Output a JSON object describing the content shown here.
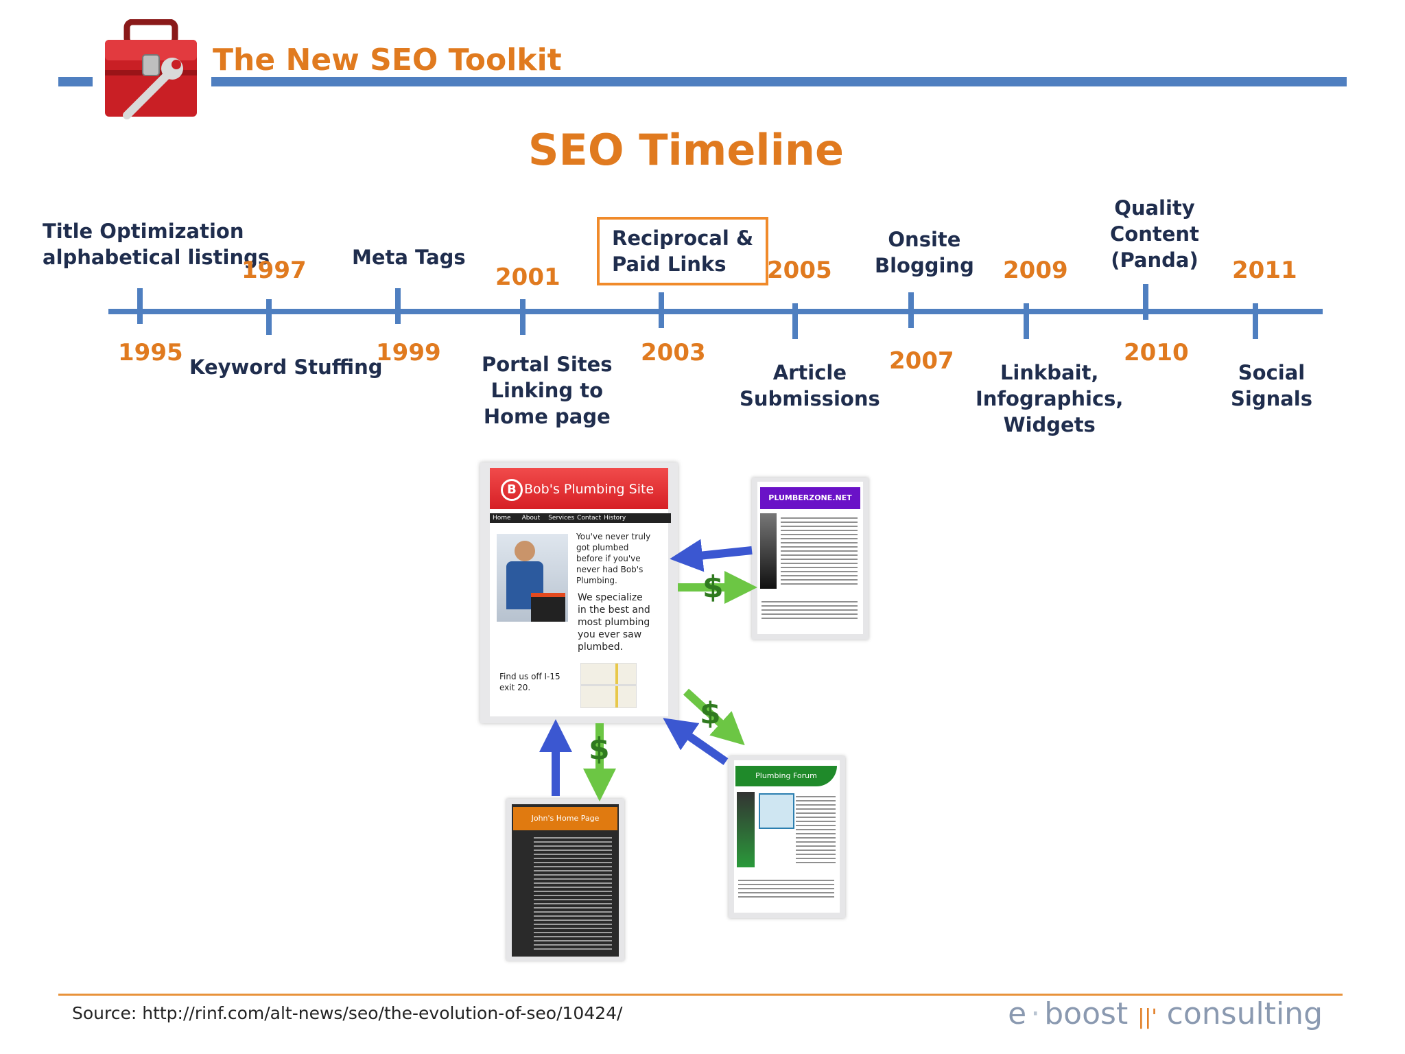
{
  "header": {
    "title": "The New SEO Toolkit"
  },
  "title": "SEO Timeline",
  "timeline": {
    "top_labels": [
      {
        "text": "Title Optimization alphabetical listings",
        "lines": [
          "Title Optimization",
          "alphabetical listings"
        ]
      },
      {
        "text": "Meta Tags",
        "lines": [
          "Meta Tags"
        ]
      },
      {
        "text": "Reciprocal & Paid Links",
        "lines": [
          "Reciprocal &",
          "Paid Links"
        ]
      },
      {
        "text": "Onsite Blogging",
        "lines": [
          "Onsite",
          "Blogging"
        ]
      },
      {
        "text": "Quality Content (Panda)",
        "lines": [
          "Quality",
          "Content",
          "(Panda)"
        ]
      }
    ],
    "top_years": [
      "1997",
      "2001",
      "2005",
      "2009",
      "2011"
    ],
    "bottom_years": [
      "1995",
      "1999",
      "2003",
      "2007",
      "2010"
    ],
    "bottom_labels": [
      {
        "text": "Keyword Stuffing",
        "lines": [
          "Keyword Stuffing"
        ]
      },
      {
        "text": "Portal Sites Linking to Home page",
        "lines": [
          "Portal Sites",
          "Linking to",
          "Home page"
        ]
      },
      {
        "text": "Article Submissions",
        "lines": [
          "Article",
          "Submissions"
        ]
      },
      {
        "text": "Linkbait, Infographics, Widgets",
        "lines": [
          "Linkbait,",
          "Infographics,",
          "Widgets"
        ]
      },
      {
        "text": "Social Signals",
        "lines": [
          "Social",
          "Signals"
        ]
      }
    ]
  },
  "illustration": {
    "main_site": {
      "title": "Bob's Plumbing Site",
      "logo_letter": "B",
      "nav": [
        "Home",
        "About",
        "Services",
        "Contact",
        "History"
      ],
      "para1": [
        "You've never truly",
        "got plumbed",
        "before if you've",
        "never had Bob's",
        "Plumbing."
      ],
      "para2": [
        "We specialize",
        "in the best and",
        "most plumbing",
        "you ever saw",
        "plumbed."
      ],
      "find": [
        "Find us off I-15",
        "exit 20."
      ]
    },
    "plumberzone": {
      "title": "PLUMBERZONE.NET"
    },
    "johns": {
      "title": "John's Home Page"
    },
    "forum": {
      "title": "Plumbing Forum"
    },
    "money_symbol": "$"
  },
  "footer": {
    "source": "Source: http://rinf.com/alt-news/seo/the-evolution-of-seo/10424/",
    "brand_left": "e",
    "brand_dot": "·",
    "brand_mid": "boost",
    "brand_right": "consulting"
  },
  "colors": {
    "orange": "#e07a1f",
    "blue": "#4f7fc0",
    "navy": "#1f2d4d",
    "arrow_blue": "#3b57d1",
    "arrow_green": "#6cc644"
  }
}
